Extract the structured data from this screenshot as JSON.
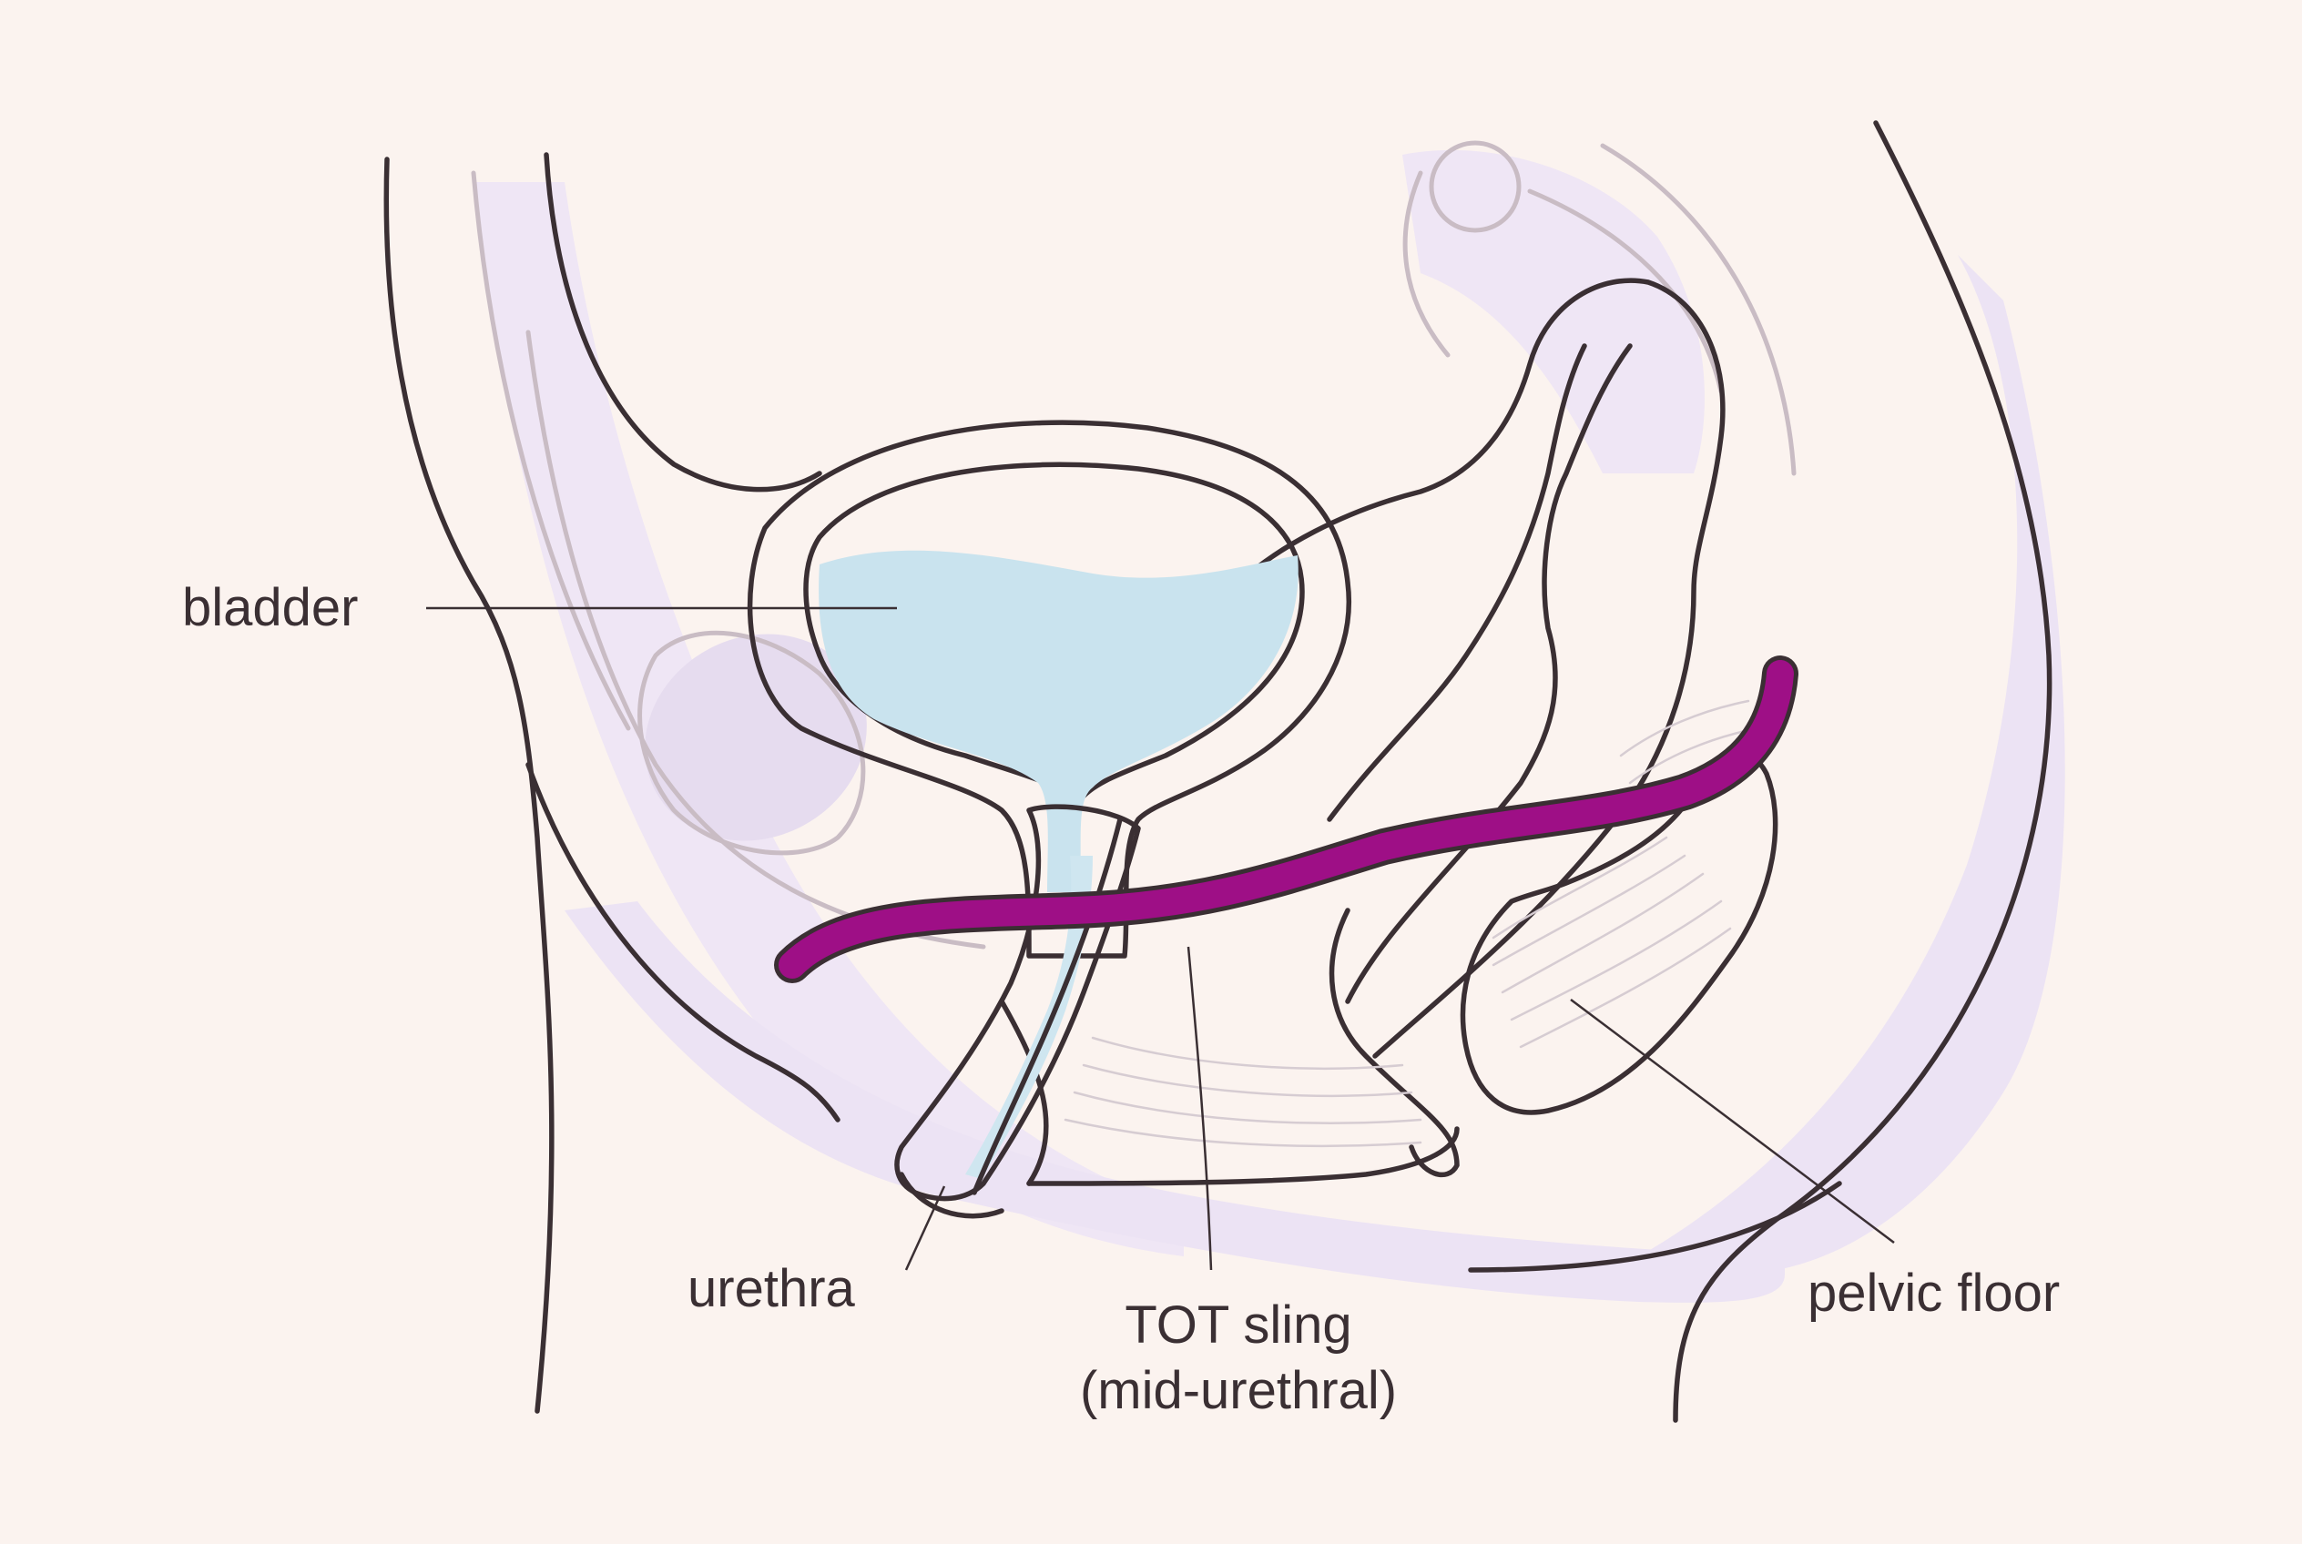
{
  "labels": {
    "bladder": "bladder",
    "urethra": "urethra",
    "sling_line1": "TOT sling",
    "sling_line2": "(mid-urethral)",
    "pelvic_floor": "pelvic floor"
  },
  "colors": {
    "background": "#fbf3ef",
    "outline": "#3a2f33",
    "bladder_fluid": "#c9e3ee",
    "sling": "#9e0f86",
    "tissue_shade": "#ece3f4"
  }
}
